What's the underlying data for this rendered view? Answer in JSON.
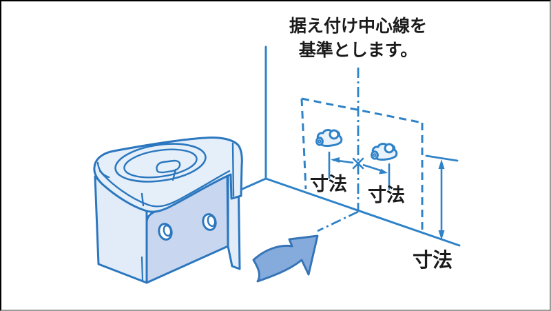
{
  "diagram": {
    "type": "installation-diagram",
    "annotation": {
      "line1": "据え付け中心線を",
      "line2": "基準とします。"
    },
    "dimension_labels": [
      {
        "id": "left-faucet-offset",
        "text": "寸法"
      },
      {
        "id": "right-faucet-offset",
        "text": "寸法"
      },
      {
        "id": "faucet-height",
        "text": "寸法"
      }
    ],
    "elements": {
      "sink_unit": "portable sink cabinet seen from behind",
      "faucet_count": 2,
      "mounting_area": "dashed outline on wall",
      "center_line": "vertical dash-dot installation center line",
      "direction_arrow": "curved arrow pointing at floor center line"
    },
    "colors": {
      "line_blue": "#2e82c8",
      "sink_outline": "#2b77bf",
      "sink_body_fill": "#e1ecf8",
      "sink_panel_fill": "#c9d6ef",
      "faucet_fill": "#eaf2fb",
      "arrow_fill": "#84abdc",
      "arrow_outline": "#3674b8",
      "text": "#1b1b1b",
      "background": "#ffffff"
    }
  }
}
